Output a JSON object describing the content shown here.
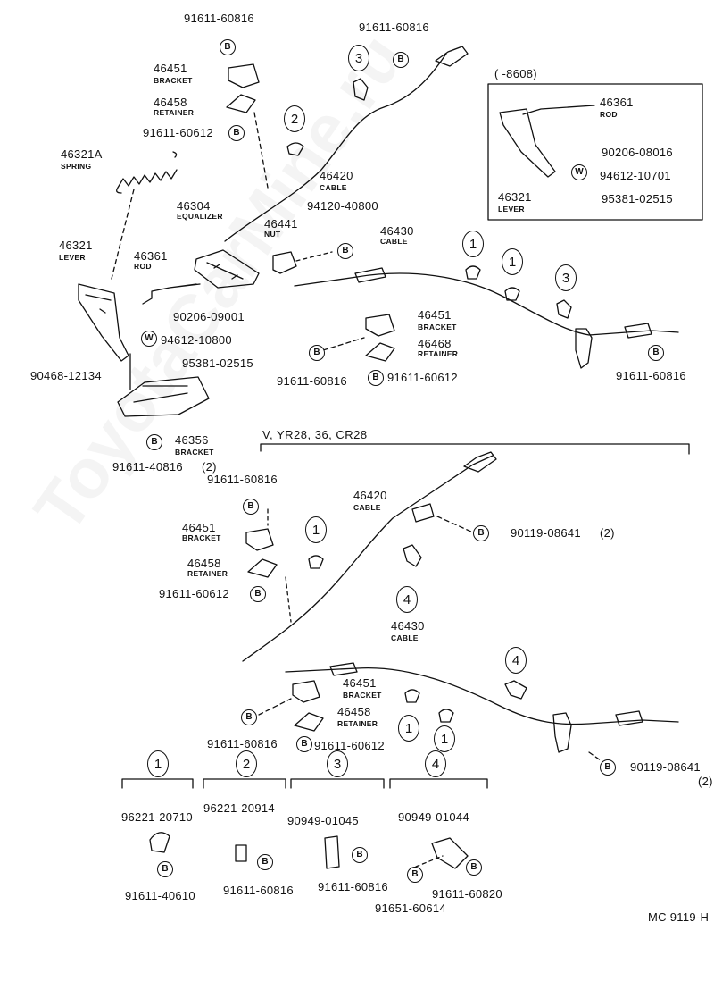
{
  "diagram_code": "MC 9119-H",
  "watermark": "ToyotaCarMine.ru",
  "inset": {
    "range": "(        -8608)"
  },
  "section_header": "V, YR28, 36, CR28",
  "badge_letters": {
    "B": "B",
    "W": "W"
  },
  "callouts": {
    "c1": "1",
    "c2": "2",
    "c3": "3",
    "c4": "4"
  },
  "parts": {
    "p_91611_60816": "91611-60816",
    "p_46451": "46451",
    "p_46458": "46458",
    "p_91611_60612": "91611-60612",
    "p_46321A": "46321A",
    "p_46304": "46304",
    "p_46321": "46321",
    "p_46361": "46361",
    "p_90206_09001": "90206-09001",
    "p_94612_10800": "94612-10800",
    "p_95381_02515": "95381-02515",
    "p_90468_12134": "90468-12134",
    "p_46356": "46356",
    "p_91611_40816": "91611-40816",
    "p_46420": "46420",
    "p_46441": "46441",
    "p_94120_40800": "94120-40800",
    "p_46430": "46430",
    "p_46468": "46468",
    "p_90206_08016": "90206-08016",
    "p_94612_10701": "94612-10701",
    "p_90119_08641": "90119-08641",
    "p_96221_20710": "96221-20710",
    "p_96221_20914": "96221-20914",
    "p_90949_01045": "90949-01045",
    "p_90949_01044": "90949-01044",
    "p_91611_40610": "91611-40610",
    "p_91611_60820": "91611-60820",
    "p_91651_60614": "91651-60614"
  },
  "descs": {
    "bracket": "BRACKET",
    "retainer": "RETAINER",
    "spring": "SPRING",
    "equalizer": "EQUALIZER",
    "lever": "LEVER",
    "rod": "ROD",
    "cable": "CABLE",
    "nut": "NUT"
  },
  "qty": {
    "two": "(2)"
  }
}
